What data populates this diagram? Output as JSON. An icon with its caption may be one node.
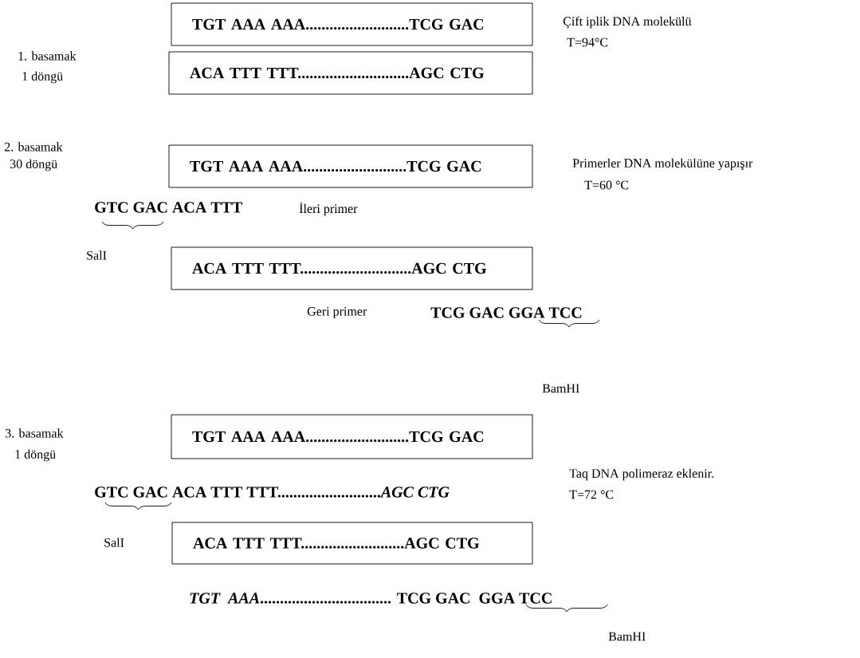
{
  "diagram": {
    "nodes": [
      {
        "text": [
          "TGT AAA AAA..........................TCG GAC"
        ]
      },
      {
        "text": [
          "ACA TTT TTT............................AGC CTG"
        ]
      },
      {
        "text": [
          "TGT AAA AAA..........................TCG GAC"
        ]
      },
      {
        "text": [
          "ACA TTT TTT............................AGC CTG"
        ]
      },
      {
        "text": [
          "TGT AAA AAA..........................TCG GAC"
        ]
      },
      {
        "text": [
          "ACA TTT TTT..........................AGC CTG"
        ]
      }
    ],
    "labels": [
      "1. basamak",
      "1 döngü",
      "Çift iplik DNA molekülü",
      "T=94°C",
      "2. basamak",
      "30 döngü",
      "Primerler DNA molekülüne yapışır",
      "T=60 °C",
      "GTC GAC ACA TTT",
      "İleri primer",
      "SalI",
      "Geri primer",
      "TCG GAC  GGA TCC",
      "BamHI",
      "3. basamak",
      "1 döngü",
      "Taq DNA polimeraz eklenir.",
      "GTC GAC ACA TTT TTT..........................*AGC CTG*",
      "T=72 °C",
      "SalI",
      "*TGT  AAA*................................. TCG GAC  GGA TCC",
      "BamHI"
    ]
  }
}
